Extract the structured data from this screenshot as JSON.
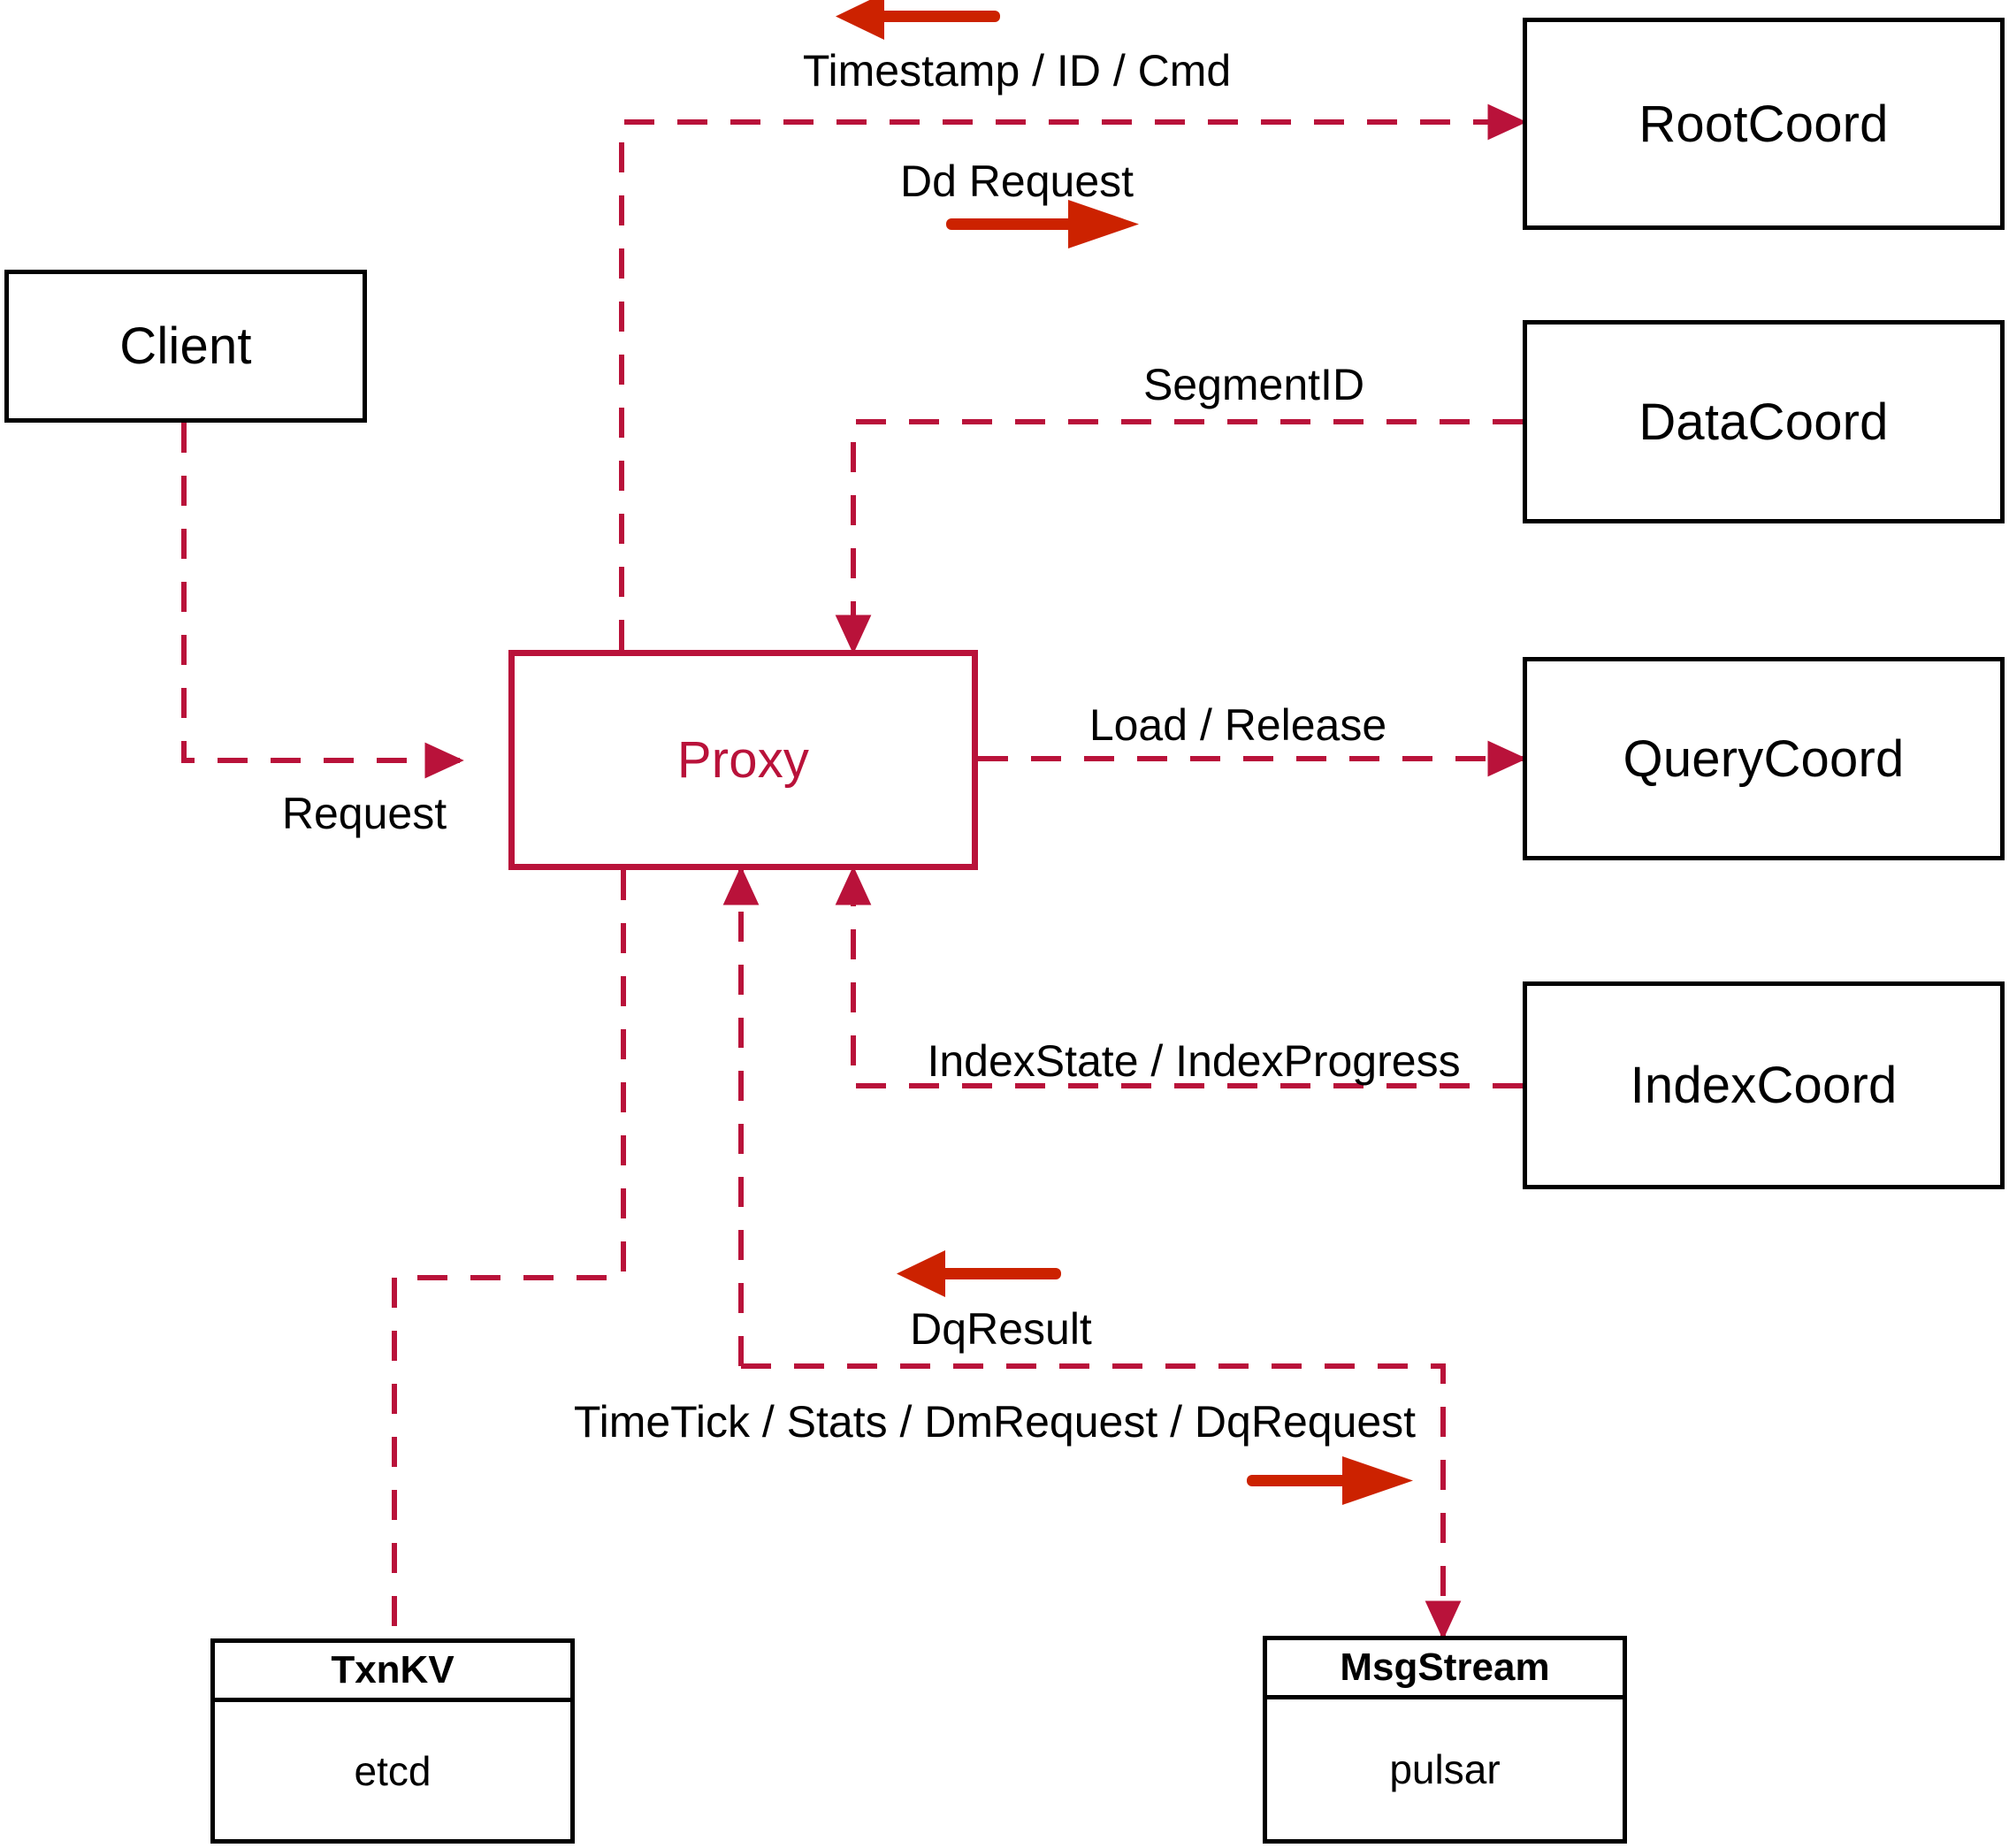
{
  "diagram": {
    "title": "Proxy architecture data flow",
    "colors": {
      "flow_line": "#b9123a",
      "annotation_arrow": "#cc2200",
      "node_border": "#000000",
      "proxy_border": "#b9123a",
      "proxy_text": "#b9123a",
      "background": "#ffffff"
    },
    "nodes": [
      {
        "id": "client",
        "label": "Client",
        "style": "black"
      },
      {
        "id": "proxy",
        "label": "Proxy",
        "style": "red"
      },
      {
        "id": "rootcoord",
        "label": "RootCoord",
        "style": "black"
      },
      {
        "id": "datacoord",
        "label": "DataCoord",
        "style": "black"
      },
      {
        "id": "querycoord",
        "label": "QueryCoord",
        "style": "black"
      },
      {
        "id": "indexcoord",
        "label": "IndexCoord",
        "style": "black"
      }
    ],
    "stores": [
      {
        "id": "txnkv",
        "title": "TxnKV",
        "impl": "etcd"
      },
      {
        "id": "msgstream",
        "title": "MsgStream",
        "impl": "pulsar"
      }
    ],
    "edge_labels": [
      {
        "id": "timestamp-id-cmd",
        "text": "Timestamp / ID / Cmd"
      },
      {
        "id": "dd-request",
        "text": "Dd Request"
      },
      {
        "id": "segment-id",
        "text": "SegmentID"
      },
      {
        "id": "load-release",
        "text": "Load / Release"
      },
      {
        "id": "request",
        "text": "Request"
      },
      {
        "id": "index-state",
        "text": "IndexState / IndexProgress"
      },
      {
        "id": "dq-result",
        "text": "DqResult"
      },
      {
        "id": "timetick-stats",
        "text": "TimeTick / Stats / DmRequest / DqRequest"
      }
    ],
    "flows": [
      {
        "from": "client",
        "to": "proxy",
        "label": "Request",
        "direction": "to-proxy"
      },
      {
        "from": "proxy",
        "to": "rootcoord",
        "label": "Dd Request",
        "direction": "to-node"
      },
      {
        "from": "rootcoord",
        "to": "proxy",
        "label": "Timestamp / ID / Cmd",
        "direction": "to-proxy"
      },
      {
        "from": "datacoord",
        "to": "proxy",
        "label": "SegmentID",
        "direction": "to-proxy"
      },
      {
        "from": "proxy",
        "to": "querycoord",
        "label": "Load / Release",
        "direction": "to-node"
      },
      {
        "from": "indexcoord",
        "to": "proxy",
        "label": "IndexState / IndexProgress",
        "direction": "to-proxy"
      },
      {
        "from": "proxy",
        "to": "txnkv",
        "label": "",
        "direction": "to-node"
      },
      {
        "from": "proxy",
        "to": "msgstream",
        "label": "TimeTick / Stats / DmRequest / DqRequest",
        "direction": "to-node"
      },
      {
        "from": "msgstream",
        "to": "proxy",
        "label": "DqResult",
        "direction": "to-proxy"
      }
    ]
  }
}
